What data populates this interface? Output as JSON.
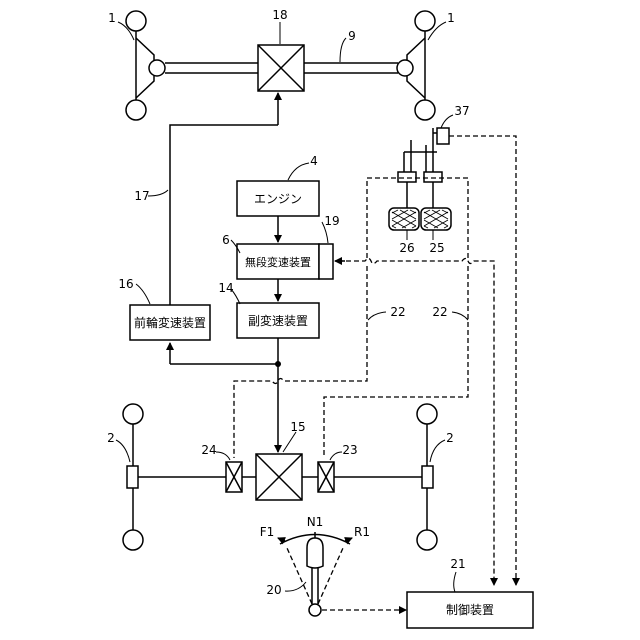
{
  "boxes": {
    "engine": "エンジン",
    "cvt": "無段変速装置",
    "subtrans": "副変速装置",
    "front_trans": "前輪変速装置",
    "controller": "制御装置"
  },
  "refs": {
    "front_wheel_left": "1",
    "front_wheel_right": "1",
    "front_diff": "18",
    "front_axle": "9",
    "sensor": "37",
    "engine": "4",
    "cvt_actuator": "19",
    "cvt": "6",
    "pedal_left": "26",
    "pedal_right": "25",
    "front_shaft": "17",
    "front_trans": "16",
    "subtrans": "14",
    "line_left": "22",
    "line_right": "22",
    "rear_wheel_left": "2",
    "rear_wheel_right": "2",
    "brake_left": "24",
    "rear_diff": "15",
    "brake_right": "23",
    "lever": "20",
    "controller": "21"
  },
  "lever_positions": {
    "forward": "F1",
    "neutral": "N1",
    "reverse": "R1"
  }
}
